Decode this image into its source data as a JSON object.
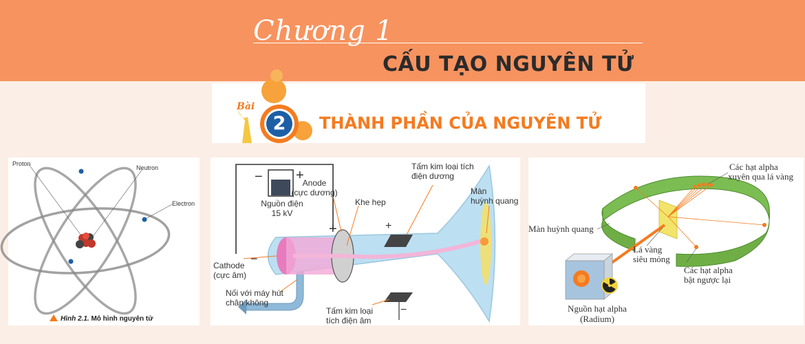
{
  "header": {
    "chapter_label": "Chương 1",
    "chapter_title": "CẤU TẠO NGUYÊN TỬ"
  },
  "lesson": {
    "bai_word": "Bài",
    "number": "2",
    "title": "THÀNH PHẦN CỦA NGUYÊN TỬ"
  },
  "figure_atom": {
    "labels": {
      "proton": "Proton",
      "neutron": "Neutron",
      "electron": "Electron"
    },
    "caption_prefix": "Hình 2.1.",
    "caption_text": "Mô hình nguyên tử"
  },
  "figure_tube": {
    "minus_sign": "−",
    "plus_sign": "+",
    "power_source": "Nguồn điện",
    "voltage": "15 kV",
    "anode": "Anode",
    "anode_note": "(cực dương)",
    "slit": "Khe hẹp",
    "positive_plate_1": "Tấm kim loại tích",
    "positive_plate_2": "điện dương",
    "screen_1": "Màn",
    "screen_2": "huỳnh quang",
    "cathode": "Cathode",
    "cathode_note": "(cực âm)",
    "vacuum_1": "Nối với máy hút",
    "vacuum_2": "chân không",
    "negative_plate_1": "Tấm kim loại",
    "negative_plate_2": "tích điện âm"
  },
  "figure_gold": {
    "passing_1": "Các hạt alpha",
    "passing_2": "xuyên qua lá vàng",
    "screen": "Màn huỳnh quang",
    "foil_1": "Lá vàng",
    "foil_2": "siêu mỏng",
    "bounced_1": "Các hạt alpha",
    "bounced_2": "bật ngược lại",
    "source_1": "Nguồn hạt alpha",
    "source_2": "(Radium)"
  },
  "colors": {
    "header_bg": "#f7935f",
    "page_bg": "#fbeee6",
    "accent_orange": "#f47b20",
    "green_ring": "#6fae45",
    "tube_blue": "#bcdff2"
  }
}
